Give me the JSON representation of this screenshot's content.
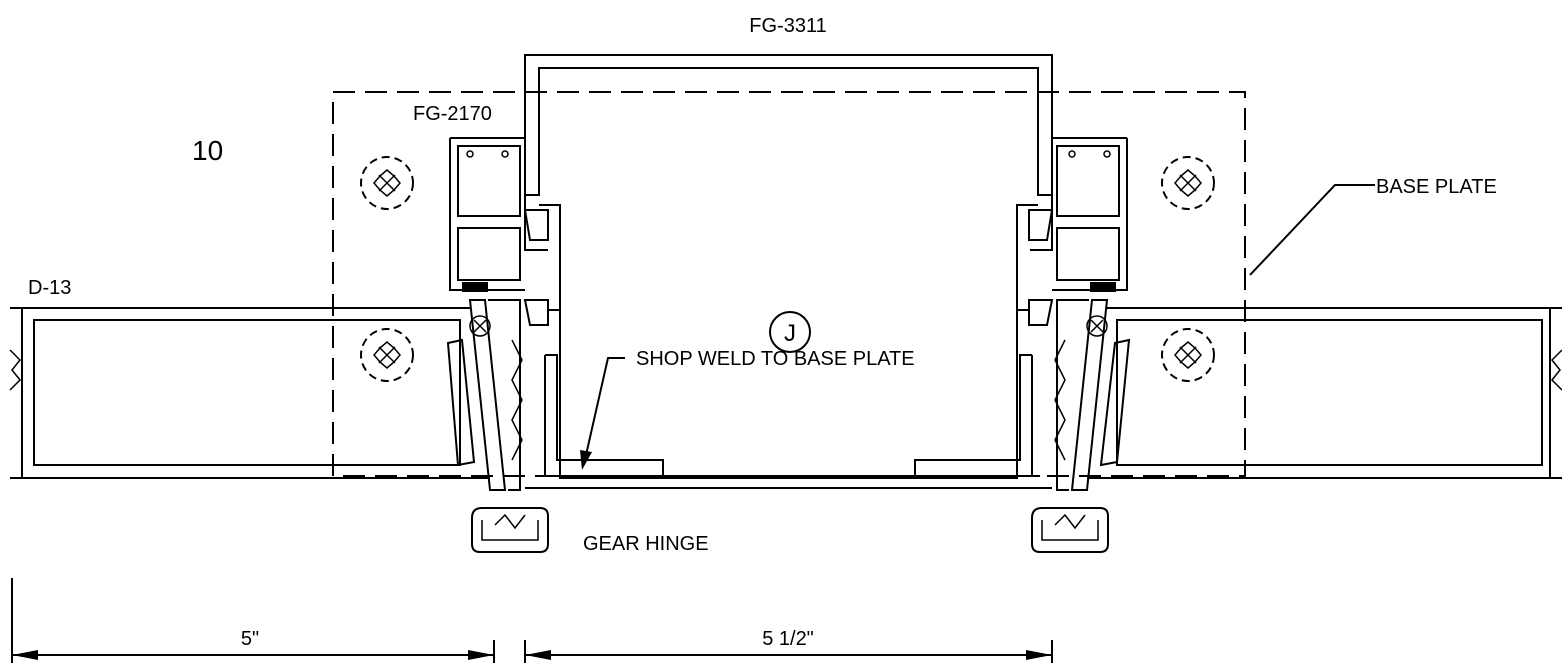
{
  "labels": {
    "detail_number": "10",
    "top_part": "FG-3311",
    "left_part": "FG-2170",
    "door_part": "D-13",
    "base_plate": "BASE PLATE",
    "weld_note": "SHOP WELD TO BASE PLATE",
    "gear_hinge": "GEAR HINGE",
    "section_marker": "J"
  },
  "dimensions": {
    "left": "5\"",
    "right": "5 1/2\""
  }
}
